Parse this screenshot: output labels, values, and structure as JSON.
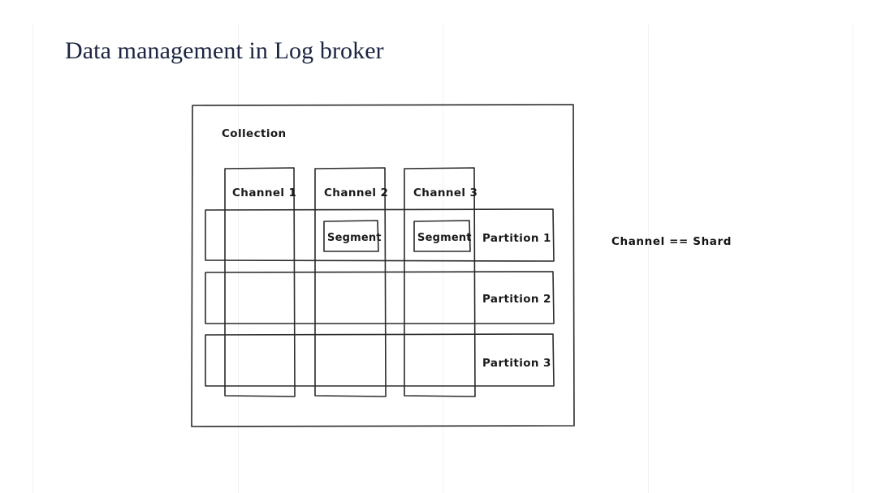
{
  "slide": {
    "title": "Data management in Log broker",
    "title_color": "#1b2440",
    "background": "#ffffff"
  },
  "diagram": {
    "style": "hand-drawn-sketch",
    "stroke_color": "#2b2b2b",
    "outer_box_label": "Collection",
    "channels": [
      {
        "label": "Channel 1"
      },
      {
        "label": "Channel 2"
      },
      {
        "label": "Channel 3"
      }
    ],
    "partitions": [
      {
        "label": "Partition 1"
      },
      {
        "label": "Partition 2"
      },
      {
        "label": "Partition 3"
      }
    ],
    "segments": [
      {
        "label": "Segment"
      },
      {
        "label": "Segment"
      }
    ]
  },
  "annotation": {
    "text": "Channel == Shard"
  }
}
